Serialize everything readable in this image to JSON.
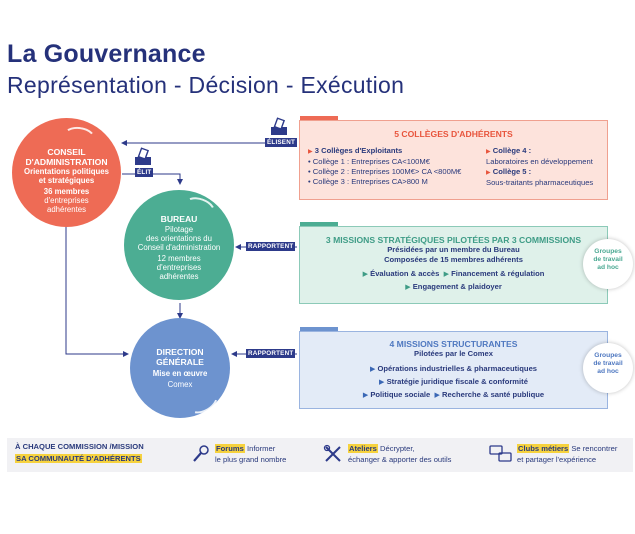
{
  "header": {
    "title": "La Gouvernance",
    "subtitle": "Représentation - Décision - Exécution"
  },
  "conseil": {
    "title": [
      "CONSEIL",
      "D'ADMINISTRATION"
    ],
    "sub": [
      "Orientations politiques",
      "et stratégiques"
    ],
    "count": "36 membres",
    "note": [
      "d'entreprises",
      "adhérentes"
    ]
  },
  "bureau": {
    "title": "BUREAU",
    "sub": [
      "Pilotage",
      "des orientations du",
      "Conseil d'administration"
    ],
    "count": "12 membres",
    "note": [
      "d'entreprises",
      "adhérentes"
    ]
  },
  "direction": {
    "title": [
      "DIRECTION",
      "GÉNÉRALE"
    ],
    "sub": "Mise en œuvre",
    "note": "Comex"
  },
  "tags": {
    "elisent": "ÉLISENT",
    "elit": "ÉLIT",
    "rapportent1": "RAPPORTENT",
    "rapportent2": "RAPPORTENT"
  },
  "colleges": {
    "title": "5 COLLÈGES D'ADHÉRENTS",
    "left_head": "3 Collèges d'Exploitants",
    "left_items": [
      "Collège 1 : Entreprises CA<100M€",
      "Collège 2 : Entreprises 100M€> CA <800M€",
      "Collège 3 : Entreprises CA>800 M"
    ],
    "right": [
      {
        "head": "Collège 4 :",
        "text": "Laboratoires en développement"
      },
      {
        "head": "Collège 5 :",
        "text": "Sous-traitants pharmaceutiques"
      }
    ]
  },
  "missions_strat": {
    "title": "3 MISSIONS STRATÉGIQUES PILOTÉES PAR 3 COMMISSIONS",
    "sub1": "Présidées par un membre du Bureau",
    "sub2": "Composées de 15 membres adhérents",
    "items": [
      "Évaluation & accès",
      "Financement & régulation",
      "Engagement & plaidoyer"
    ],
    "side": [
      "Groupes",
      "de travail",
      "ad hoc"
    ]
  },
  "missions_struct": {
    "title": "4 MISSIONS STRUCTURANTES",
    "sub": "Pilotées par le Comex",
    "items": [
      "Opérations industrielles & pharmaceutiques",
      "Stratégie juridique fiscale & conformité",
      "Politique sociale",
      "Recherche & santé publique"
    ],
    "side": [
      "Groupes",
      "de travail",
      "ad hoc"
    ]
  },
  "bottom": {
    "line1": "À CHAQUE COMMISSION /MISSION",
    "line2": "SA COMMUNAUTÉ D'ADHÉRENTS",
    "forums": {
      "kw": "Forums",
      "t1": "Informer",
      "t2": "le plus grand nombre"
    },
    "ateliers": {
      "kw": "Ateliers",
      "t1": "Décrypter,",
      "t2": "échanger & apporter des outils"
    },
    "clubs": {
      "kw": "Clubs métiers",
      "t1": "Se rencontrer",
      "t2": "et partager l'expérience"
    }
  },
  "colors": {
    "conseil": "#ee6b55",
    "bureau": "#4cad93",
    "direction": "#6d93cf",
    "navy": "#2d3a8a"
  },
  "icons": [
    "ballot-box-icon",
    "microphone-icon",
    "tools-icon",
    "chat-bubbles-icon"
  ]
}
